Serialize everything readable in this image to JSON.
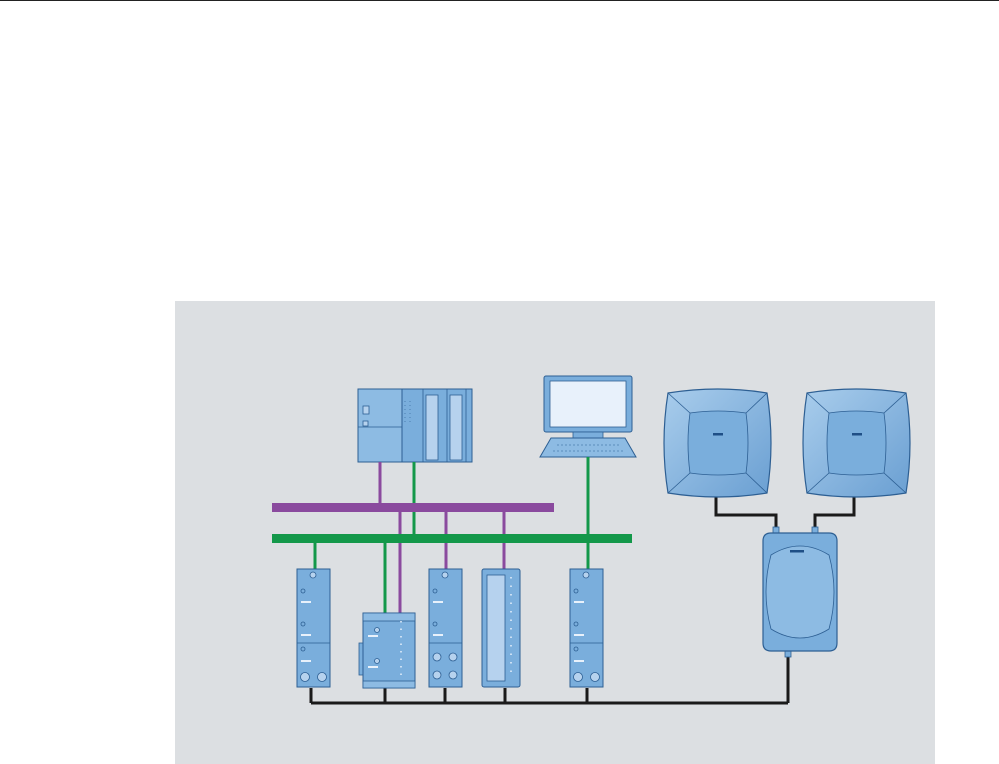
{
  "colors": {
    "page_background": "#ffffff",
    "panel_background": "#dcdfe2",
    "device_fill": "#7aaedc",
    "device_fill_light": "#9cc4e6",
    "device_stroke": "#2d5f93",
    "module_face": "#b6d2ee",
    "screen_fill": "#e8f1fb",
    "bus_purple": "#8a4a9e",
    "bus_green": "#13984a",
    "cable_black": "#1a1a1a"
  },
  "icons": {
    "controller": "plc-controller-icon",
    "workstation": "pc-workstation-icon",
    "antenna": "rfid-antenna-icon",
    "reader": "rfid-reader-icon",
    "io_module": "io-module-icon"
  },
  "diagram": {
    "top_bus": "purple",
    "bottom_bus": "green",
    "module_count": 5,
    "antenna_count": 2
  }
}
